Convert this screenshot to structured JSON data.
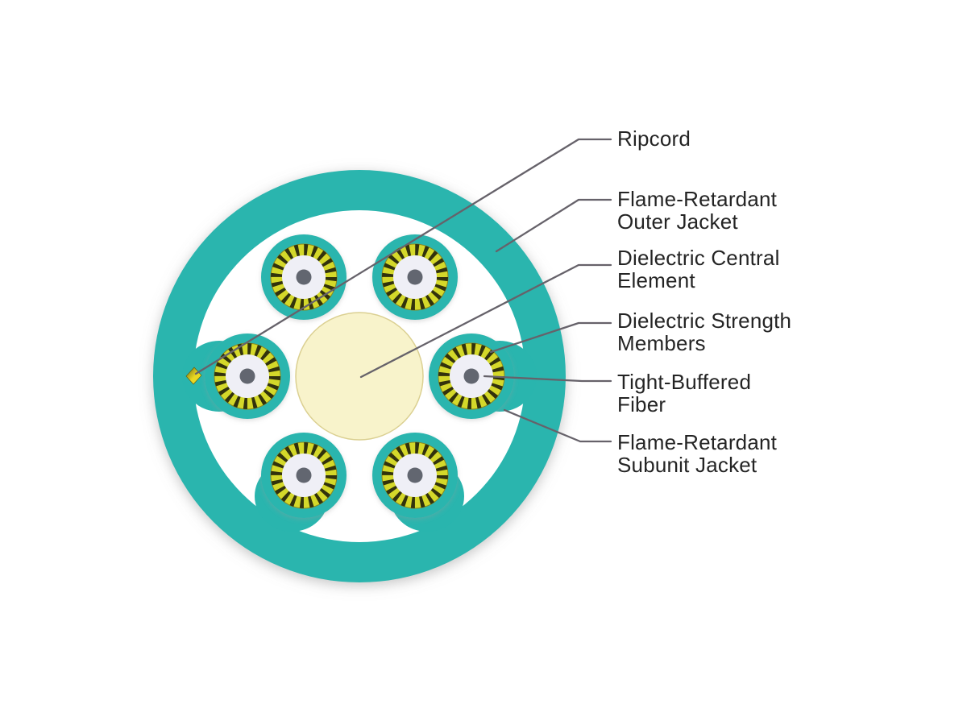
{
  "figure": {
    "labels": [
      {
        "id": "ripcord",
        "text": "Ripcord"
      },
      {
        "id": "outer-jacket",
        "text": "Flame-Retardant\nOuter Jacket"
      },
      {
        "id": "central-element",
        "text": "Dielectric Central\nElement"
      },
      {
        "id": "strength-members",
        "text": "Dielectric Strength\nMembers"
      },
      {
        "id": "tight-buffered",
        "text": "Tight-Buffered\nFiber"
      },
      {
        "id": "subunit-jacket",
        "text": "Flame-Retardant\nSubunit Jacket"
      }
    ],
    "counts": {
      "subunits": 6,
      "strength_member_stripes": 20
    },
    "colors": {
      "jacket_teal": "#29b5ae",
      "central_cream": "#f8f3cb",
      "strength_yellow": "#d4d82b",
      "strength_dark": "#32320a",
      "buffer_white": "#efeff6",
      "fiber_gray": "#62666f",
      "ripcord_yellow": "#e9d821",
      "ripcord_shadow": "#6e6a14",
      "leader_line": "#66626a",
      "label_text": "#242424"
    }
  }
}
